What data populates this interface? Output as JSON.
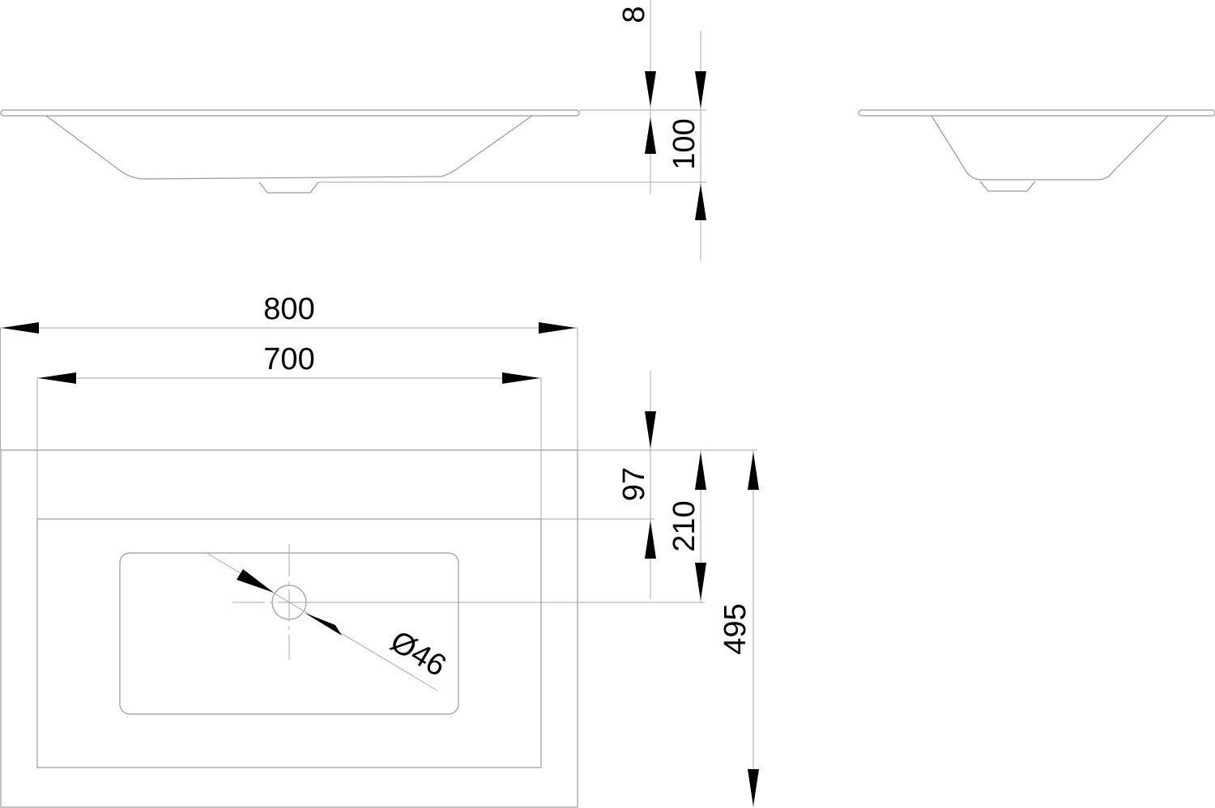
{
  "dimensions": {
    "lip_thickness": "8",
    "basin_depth": "100",
    "overall_width": "800",
    "inner_width": "700",
    "front_to_inner": "97",
    "front_to_drain": "210",
    "overall_depth": "495",
    "drain_diameter": "Ø46"
  },
  "line_color": "#9a9a9a",
  "arrow_color": "#000000"
}
